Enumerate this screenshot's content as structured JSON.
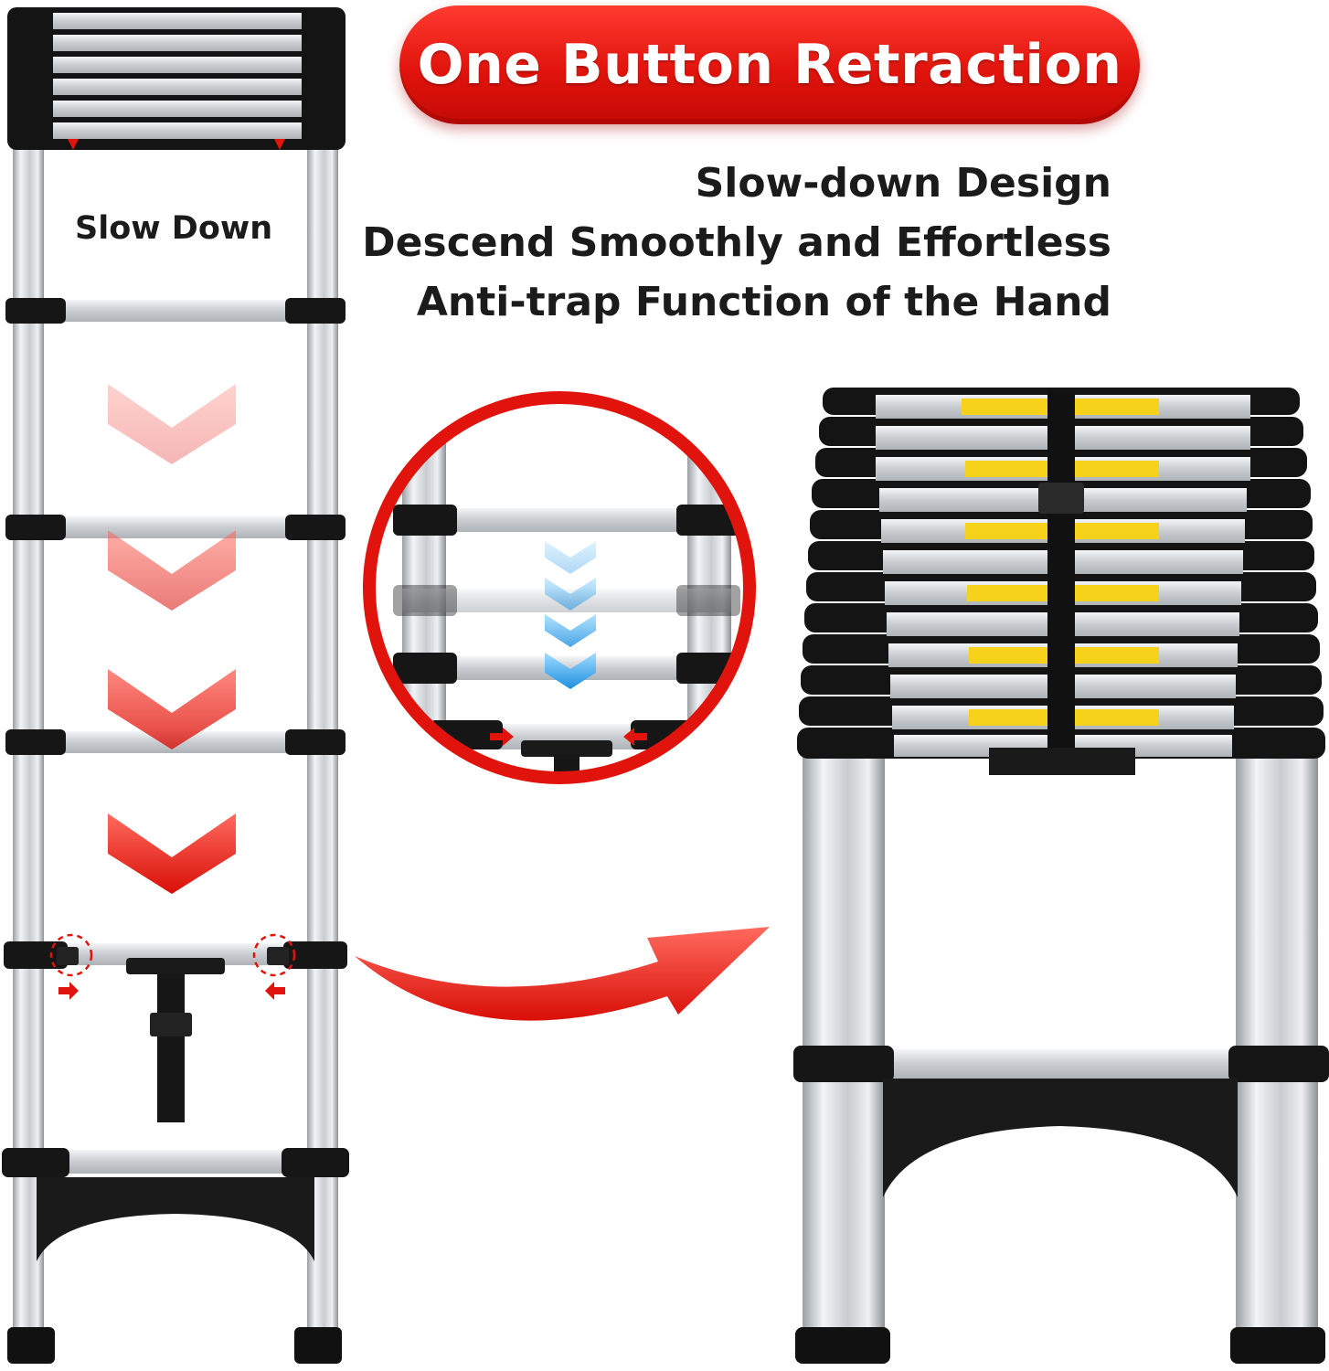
{
  "banner": {
    "title": "One Button Retraction"
  },
  "features": [
    "Slow-down Design",
    "Descend Smoothly and Effortless",
    "Anti-trap Function of  the Hand"
  ],
  "left_ladder": {
    "label": "Slow Down"
  },
  "colors": {
    "accent_red": "#e0140c",
    "inset_blue": "#1e9be8",
    "rubber_black": "#161616",
    "aluminum": "#d3d6d9"
  },
  "icons": {
    "descend_chevrons": "chevron-down-icon",
    "inset_chevrons": "chevron-down-icon",
    "curved_arrow": "curved-arrow-icon",
    "button_arrows": "arrow-right-icon"
  }
}
